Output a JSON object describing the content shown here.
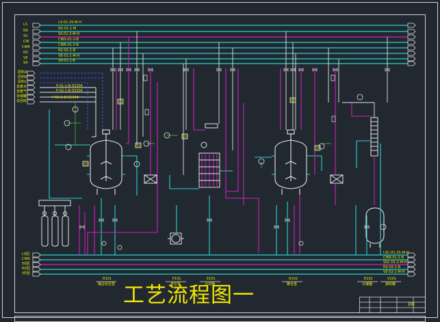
{
  "title": "工艺流程图一",
  "titleblock": {
    "cell_text": "原料"
  },
  "equipment": [
    {
      "tag": "R101",
      "desc": "缩合反应釜"
    },
    {
      "tag": "P101",
      "desc": "真空泵"
    },
    {
      "tag": "E101",
      "desc": "冷却器"
    },
    {
      "tag": "R102",
      "desc": "聚合釜"
    },
    {
      "tag": "E102",
      "desc": "冷凝器"
    },
    {
      "tag": "V101",
      "desc": "接收罐"
    }
  ],
  "utility_left_top": [
    "LS",
    "NS",
    "SS",
    "CW",
    "CWR",
    "N2",
    "VE",
    "SA"
  ],
  "utility_left_mid": [
    "原料A",
    "原料B",
    "原料C"
  ],
  "utility_left_lower": [
    "去废水",
    "去废气",
    "去储罐",
    "去回收"
  ],
  "utility_left_bottom": [
    "LS回",
    "CWR",
    "SS回",
    "N2回",
    "VE回"
  ],
  "header_labels_top": [
    "LS-01-25-M-H",
    "NS-01-1-M",
    "SS-01-2-M-H",
    "CWS-01-2-B",
    "CWR-01-2-B",
    "N2-01-1-B",
    "VE-01-1-M-H",
    "SA-01-1-B"
  ],
  "header_labels_mid": [
    "P-01-1-B-SS304",
    "P-02-1-B-SS304",
    "P-03-1-B-SS304"
  ],
  "header_labels_bottom": [
    "LSC-01-25-M-H",
    "CWR-01-2-B",
    "SSC-01-2-M-H",
    "N2-02-1-B",
    "VE-02-1-M-H"
  ],
  "colors": {
    "cyan": "#2bd3d0",
    "magenta": "#d21fc0",
    "yellow": "#e8f000",
    "green": "#46c63c",
    "white": "#e8e8e8",
    "blue": "#3a55ff",
    "bg": "#212830",
    "frame": "#cfd6dc"
  }
}
